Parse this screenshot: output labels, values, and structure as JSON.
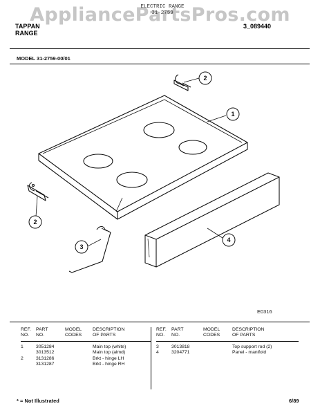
{
  "watermark": "AppliancePartsPros.com",
  "header": {
    "line1": "ELECTRIC RANGE",
    "line2": "31-2759",
    "brand": "TAPPAN",
    "product": "RANGE",
    "publication_no": "3_089440"
  },
  "model_label": "MODEL 31-2759-00/01",
  "figure_code": "E0316",
  "callouts": [
    "1",
    "2",
    "2",
    "3",
    "4"
  ],
  "table_headers": {
    "ref_no": [
      "REF.",
      "NO."
    ],
    "part_no": [
      "PART",
      "NO."
    ],
    "model_codes": [
      "MODEL",
      "CODES"
    ],
    "description": [
      "DESCRIPTION",
      "OF PARTS"
    ]
  },
  "parts_left": [
    {
      "ref": "1",
      "part": "3051284",
      "codes": "",
      "desc": "Main top (white)"
    },
    {
      "ref": "",
      "part": "3013512",
      "codes": "",
      "desc": "Main top (almd)"
    },
    {
      "ref": "2",
      "part": "3131286",
      "codes": "",
      "desc": "Brkt - hinge LH"
    },
    {
      "ref": "",
      "part": "3131287",
      "codes": "",
      "desc": "Brkt - hinge RH"
    }
  ],
  "parts_right": [
    {
      "ref": "3",
      "part": "3013818",
      "codes": "",
      "desc": "Top support rod (2)"
    },
    {
      "ref": "4",
      "part": "3204771",
      "codes": "",
      "desc": "Panel - manifold"
    }
  ],
  "footer": {
    "note": "* = Not Illustrated",
    "date": "6/89"
  }
}
